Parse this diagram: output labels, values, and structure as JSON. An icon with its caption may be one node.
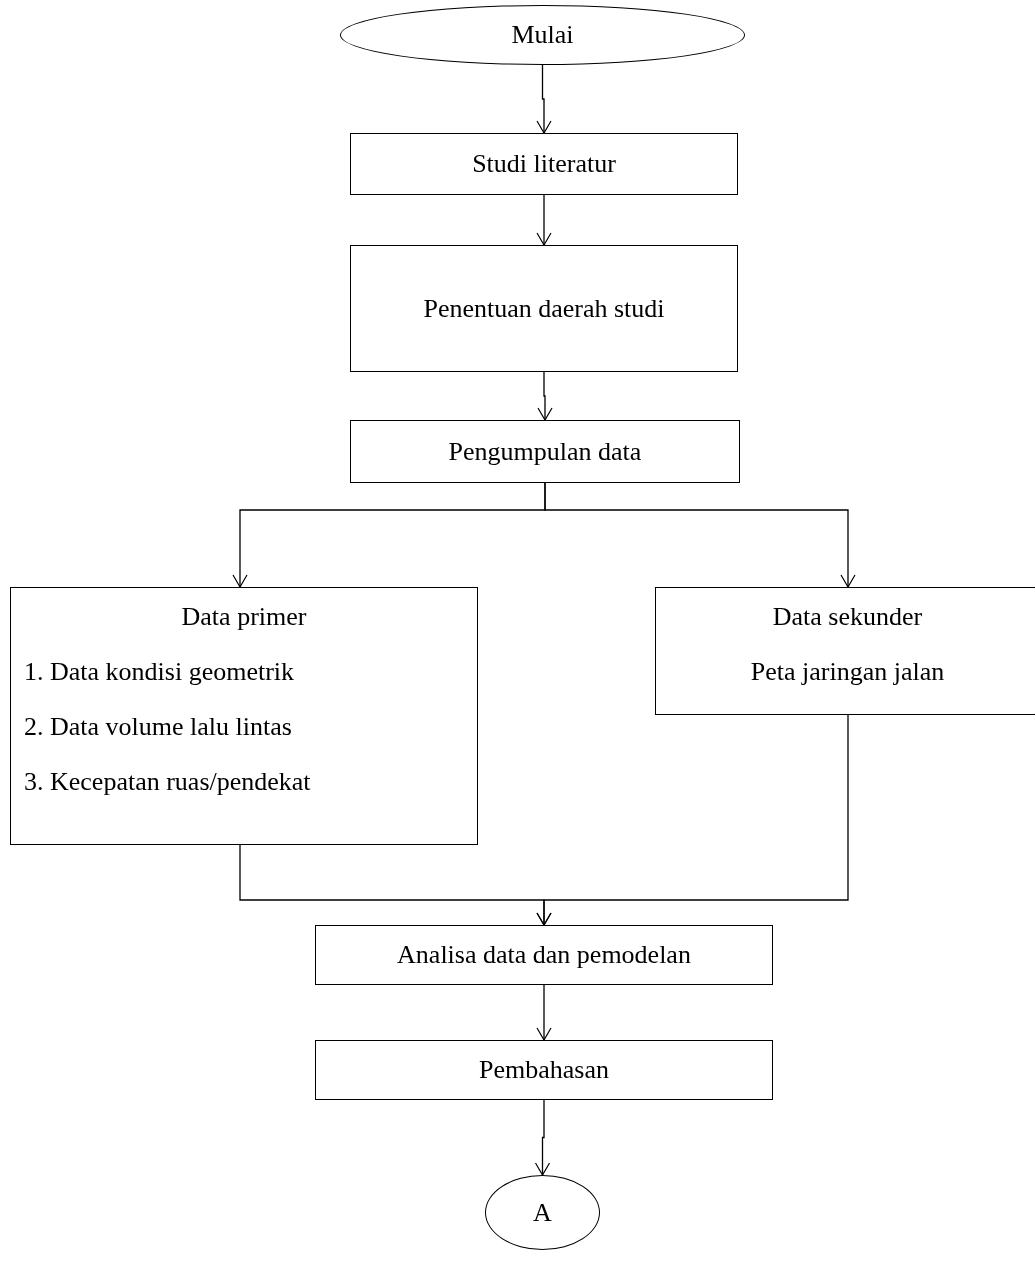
{
  "diagram": {
    "nodes": [
      {
        "text": [
          "Mulai"
        ]
      },
      {
        "text": [
          "Studi literatur"
        ]
      },
      {
        "text": [
          "Penentuan daerah studi"
        ]
      },
      {
        "text": [
          "Pengumpulan data"
        ]
      },
      {
        "text": [
          "Data primer",
          "1. Data kondisi geometrik",
          "2. Data volume lalu lintas",
          "3. Kecepatan ruas/pendekat"
        ]
      },
      {
        "text": [
          "Data sekunder",
          "Peta jaringan jalan"
        ]
      },
      {
        "text": [
          "Analisa data dan pemodelan"
        ]
      },
      {
        "text": [
          "Pembahasan"
        ]
      },
      {
        "text": [
          "A"
        ]
      }
    ],
    "edges": [
      {
        "from": 0,
        "to": 1,
        "arrow": "to"
      },
      {
        "from": 1,
        "to": 2,
        "arrow": "to"
      },
      {
        "from": 2,
        "to": 3,
        "arrow": "to"
      },
      {
        "from": 3,
        "to": 4,
        "arrow": "to"
      },
      {
        "from": 3,
        "to": 5,
        "arrow": "to"
      },
      {
        "from": 4,
        "to": 6,
        "arrow": "to"
      },
      {
        "from": 5,
        "to": 6,
        "arrow": "to"
      },
      {
        "from": 6,
        "to": 7,
        "arrow": "to"
      },
      {
        "from": 7,
        "to": 8,
        "arrow": "to"
      }
    ]
  }
}
